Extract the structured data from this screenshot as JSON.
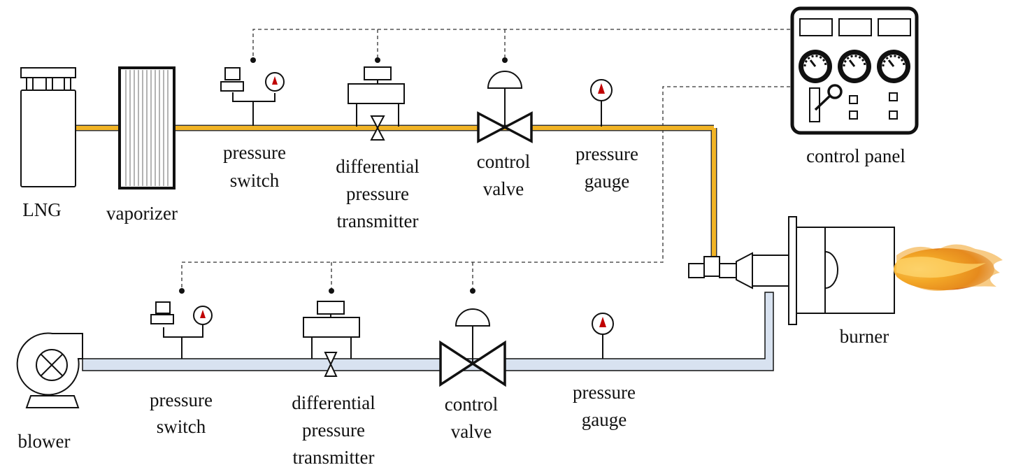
{
  "labels": {
    "lng": "LNG",
    "vaporizer": "vaporizer",
    "control_panel": "control panel",
    "burner": "burner",
    "blower": "blower",
    "gas_line": {
      "pressure_switch": [
        "pressure",
        "switch"
      ],
      "dp_transmitter": [
        "differential",
        "pressure",
        "transmitter"
      ],
      "control_valve": [
        "control",
        "valve"
      ],
      "pressure_gauge": [
        "pressure",
        "gauge"
      ]
    },
    "air_line": {
      "pressure_switch": [
        "pressure",
        "switch"
      ],
      "dp_transmitter": [
        "differential",
        "pressure",
        "transmitter"
      ],
      "control_valve": [
        "control",
        "valve"
      ],
      "pressure_gauge": [
        "pressure",
        "gauge"
      ]
    }
  },
  "colors": {
    "gas_pipe": "#F2B425",
    "air_pipe": "#D8E2F0",
    "outline": "#111111",
    "gauge_needle": "#C00000",
    "flame": "#F0A020"
  },
  "icons": {
    "flame": "flame-icon",
    "blower": "blower-icon"
  }
}
